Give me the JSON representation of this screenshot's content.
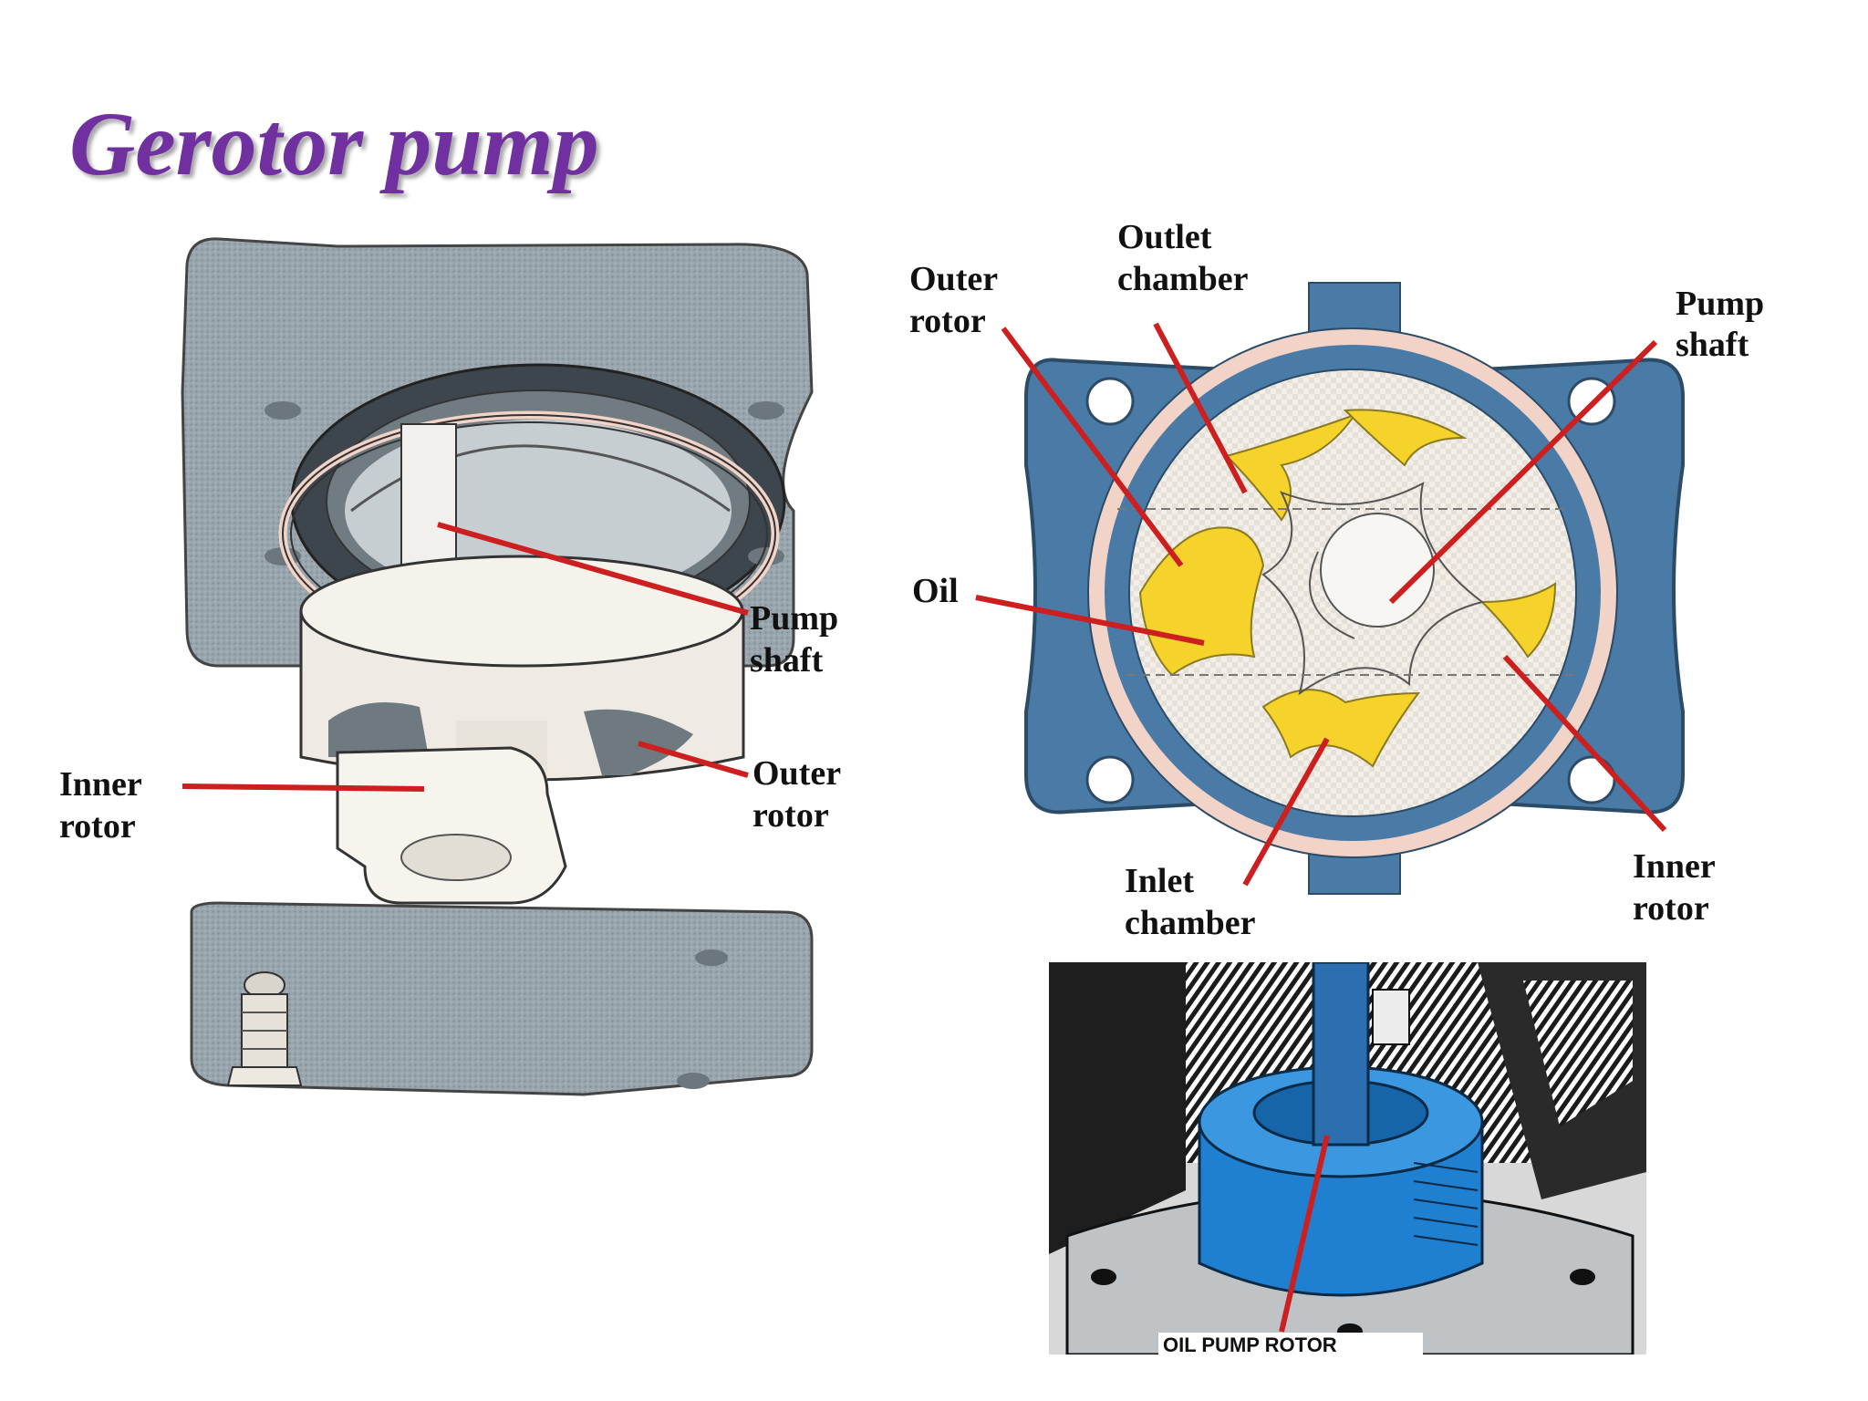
{
  "slide": {
    "title": "Gerotor pump"
  },
  "colors": {
    "title": "#7030a0",
    "leader": "#cc1f1f",
    "housing": "#4a7aa6",
    "oil": "#f6d32a",
    "casting": "#8e9aa3"
  },
  "left_diagram": {
    "labels": {
      "pump_shaft": [
        "Pump",
        "shaft"
      ],
      "outer_rotor": [
        "Outer",
        "rotor"
      ],
      "inner_rotor": [
        "Inner",
        "rotor"
      ]
    }
  },
  "cross_section": {
    "labels": {
      "outer_rotor": [
        "Outer",
        "rotor"
      ],
      "outlet_chamber": [
        "Outlet",
        "chamber"
      ],
      "pump_shaft": [
        "Pump",
        "shaft"
      ],
      "oil": [
        "Oil"
      ],
      "inlet_chamber": [
        "Inlet",
        "chamber"
      ],
      "inner_rotor": [
        "Inner",
        "rotor"
      ]
    }
  },
  "photo": {
    "caption": "OIL PUMP ROTOR"
  }
}
